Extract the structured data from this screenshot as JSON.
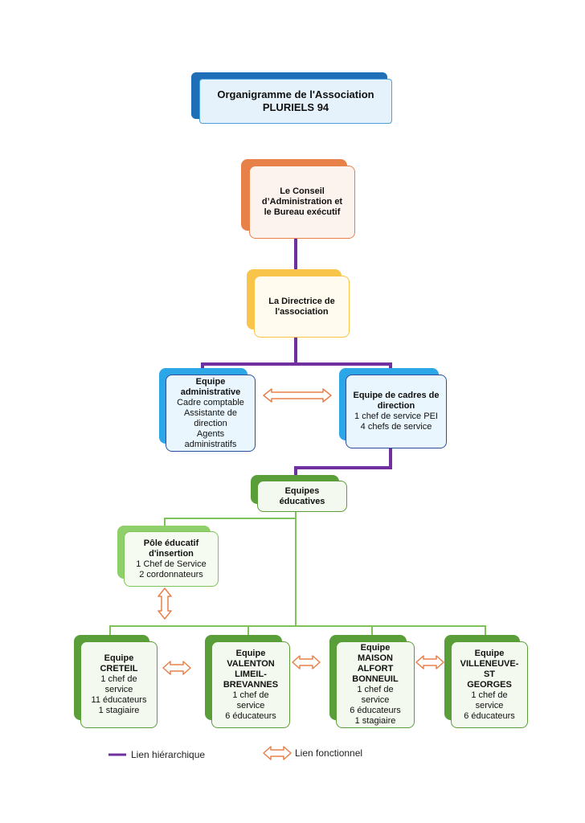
{
  "title": {
    "line1": "Organigramme  de l'Association",
    "line2": "PLURIELS 94"
  },
  "board": {
    "lines": [
      "Le Conseil",
      "d’Administration et",
      "le Bureau exécutif"
    ]
  },
  "director": {
    "lines": [
      "La Directrice de",
      "l'association"
    ]
  },
  "admin_team": {
    "title_lines": [
      "Equipe",
      "administrative"
    ],
    "lines": [
      "Cadre comptable",
      "Assistante de",
      "direction",
      "Agents",
      "administratifs"
    ]
  },
  "management_team": {
    "title_lines": [
      "Equipe de cadres de",
      "direction"
    ],
    "lines": [
      "1 chef de service PEI",
      "4 chefs de service"
    ]
  },
  "educational_teams": {
    "label": "Equipes éducatives"
  },
  "insertion_pole": {
    "title_lines": [
      "Pôle éducatif",
      "d'insertion"
    ],
    "lines": [
      "1 Chef de Service",
      "2 cordonnateurs"
    ]
  },
  "teams": [
    {
      "title_lines": [
        "Equipe CRETEIL"
      ],
      "lines": [
        "1 chef de",
        "service",
        "11 éducateurs",
        "1 stagiaire"
      ]
    },
    {
      "title_lines": [
        "Equipe",
        "VALENTON",
        "LIMEIL-",
        "BREVANNES"
      ],
      "lines": [
        "1 chef de",
        "service",
        "6 éducateurs"
      ]
    },
    {
      "title_lines": [
        "Equipe",
        "MAISON",
        "ALFORT",
        "BONNEUIL"
      ],
      "lines": [
        "1 chef de",
        "service",
        "6 éducateurs",
        "1 stagiaire"
      ]
    },
    {
      "title_lines": [
        "Equipe",
        "VILLENEUVE-ST",
        "GEORGES"
      ],
      "lines": [
        "1 chef de",
        "service",
        "6 éducateurs"
      ]
    }
  ],
  "legend": {
    "hierarchical": "Lien hiérarchique",
    "functional": "Lien fonctionnel"
  },
  "colors": {
    "hierarchical_link": "#7030a0",
    "functional_link": "#e8804a",
    "educational_link": "#7ec35a"
  }
}
